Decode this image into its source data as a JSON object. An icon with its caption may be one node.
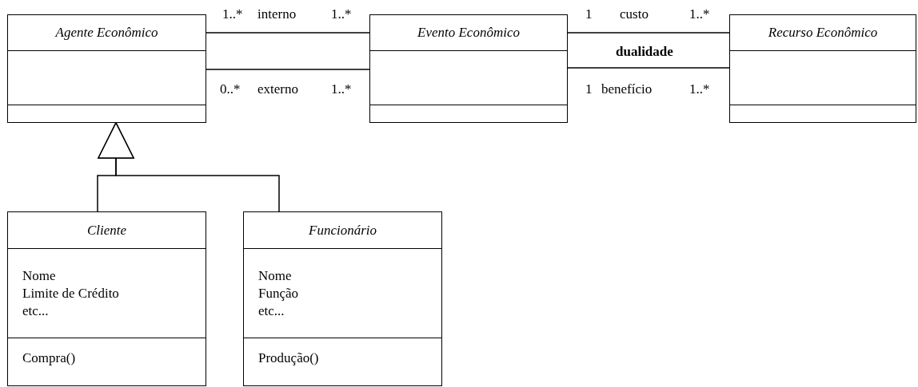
{
  "diagram": {
    "nodes": [
      {
        "text": [
          "Agente Econômico"
        ]
      },
      {
        "text": [
          "Evento Econômico"
        ]
      },
      {
        "text": [
          "Recurso Econômico"
        ]
      },
      {
        "text": [
          "Cliente",
          "Nome",
          "Limite de Crédito",
          "etc...",
          "Compra()"
        ]
      },
      {
        "text": [
          "Funcionário",
          "Nome",
          "Função",
          "etc...",
          "Produção()"
        ]
      }
    ],
    "edges": [
      {
        "from": 0,
        "to": 1,
        "arrow": "none",
        "label": "interno"
      },
      {
        "from": 0,
        "to": 1,
        "arrow": "none",
        "label": "externo"
      },
      {
        "from": 1,
        "to": 2,
        "arrow": "none",
        "label": "custo"
      },
      {
        "from": 1,
        "to": 2,
        "arrow": "none",
        "label": "benefício"
      },
      {
        "from": 3,
        "to": 0,
        "arrow": "to"
      },
      {
        "from": 4,
        "to": 0,
        "arrow": "to"
      }
    ],
    "labels": [
      "1..*",
      "1..*",
      "1",
      "1..*",
      "dualidade",
      "0..*",
      "1..*",
      "1",
      "1..*"
    ]
  }
}
